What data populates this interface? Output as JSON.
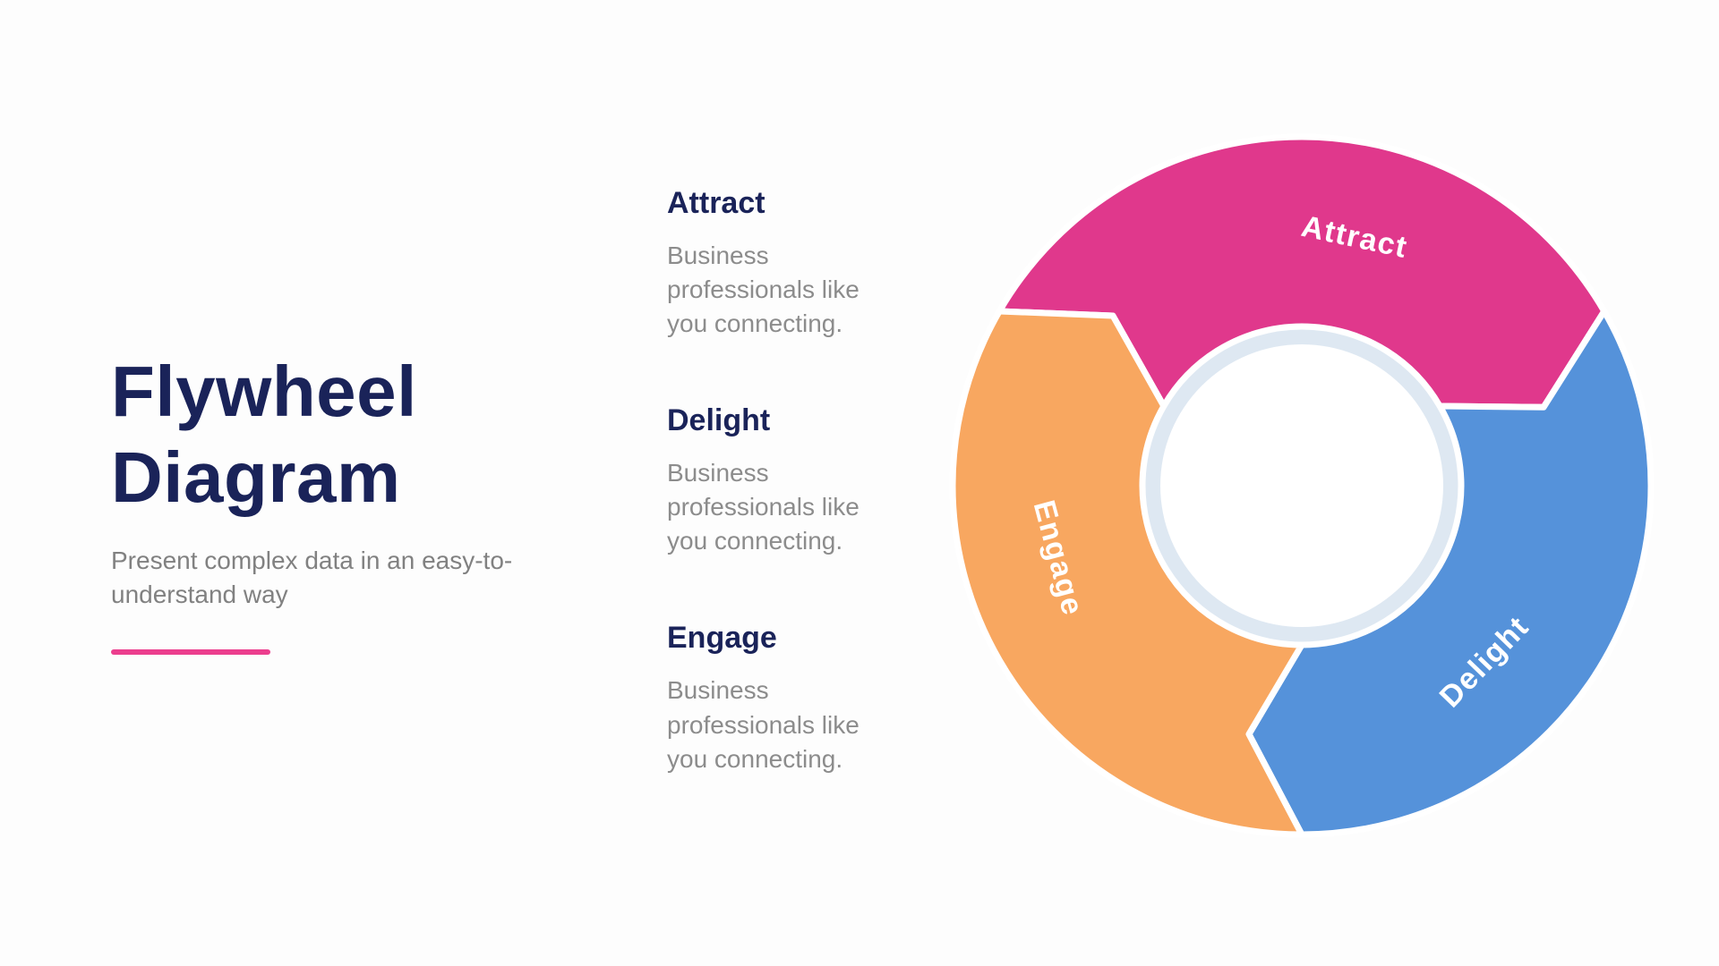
{
  "theme": {
    "background": "#FDFDFD",
    "accent_pink": "#EC3E8E",
    "heading_navy": "#1A2359",
    "body_gray": "#8C8C8C",
    "ring_color": "#DEE8F2"
  },
  "header": {
    "title_line1": "Flywheel",
    "title_line2": "Diagram",
    "subtitle": "Present complex data in an easy-to-understand way"
  },
  "legend": {
    "items": [
      {
        "heading": "Attract",
        "body": "Business professionals like you connecting."
      },
      {
        "heading": "Delight",
        "body": "Business professionals like you connecting."
      },
      {
        "heading": "Engage",
        "body": "Business professionals like you connecting."
      }
    ]
  },
  "chart_data": {
    "type": "flywheel-cycle-diagram",
    "direction": "clockwise",
    "segments": [
      {
        "label": "Attract",
        "color": "#E0388C",
        "position": "top"
      },
      {
        "label": "Delight",
        "color": "#5592DA",
        "position": "bottom-right"
      },
      {
        "label": "Engage",
        "color": "#F8A760",
        "position": "left"
      }
    ],
    "center": {
      "fill": "#FFFFFF",
      "ring": "#DEE8F2"
    }
  }
}
